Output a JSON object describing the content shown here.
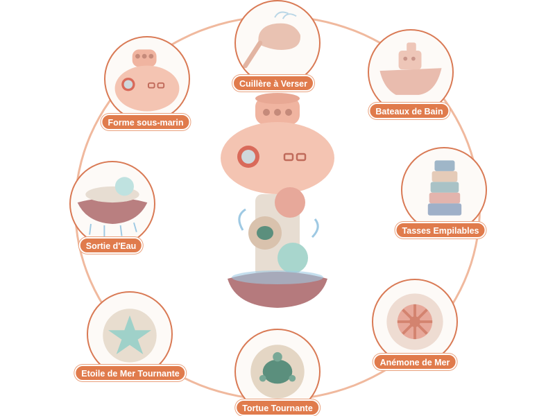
{
  "labels": {
    "sub": "Forme sous-marin",
    "spoon": "Cuillère à Verser",
    "boat": "Bateaux de Bain",
    "water": "Sortie d'Eau",
    "cups": "Tasses Empilables",
    "star": "Etoile de Mer Tournante",
    "anemone": "Anémone de Mer",
    "turtle": "Tortue Tournante"
  },
  "colors": {
    "accent": "#e07b4c",
    "ring": "#f0b99e",
    "toy_pink": "#f2c3b1",
    "toy_base": "#b57a7d"
  }
}
